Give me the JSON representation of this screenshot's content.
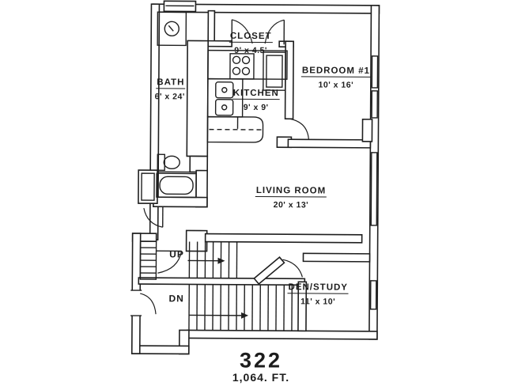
{
  "page": {
    "background": "#ffffff",
    "line_color": "#1f1f1f"
  },
  "plan": {
    "unit_number": "322",
    "area_label": "1,064. FT.",
    "rooms": {
      "closet": {
        "name": "CLOSET",
        "dims": "9' x 4.5'"
      },
      "bedroom": {
        "name": "BEDROOM #1",
        "dims": "10' x 16'"
      },
      "bath": {
        "name": "BATH",
        "dims": "6' x 24'"
      },
      "kitchen": {
        "name": "KITCHEN",
        "dims": "9' x 9'"
      },
      "living": {
        "name": "LIVING ROOM",
        "dims": "20' x 13'"
      },
      "den": {
        "name": "DEN/STUDY",
        "dims": "11' x 10'"
      }
    },
    "stairs": {
      "up_label": "UP",
      "down_label": "DN"
    }
  }
}
